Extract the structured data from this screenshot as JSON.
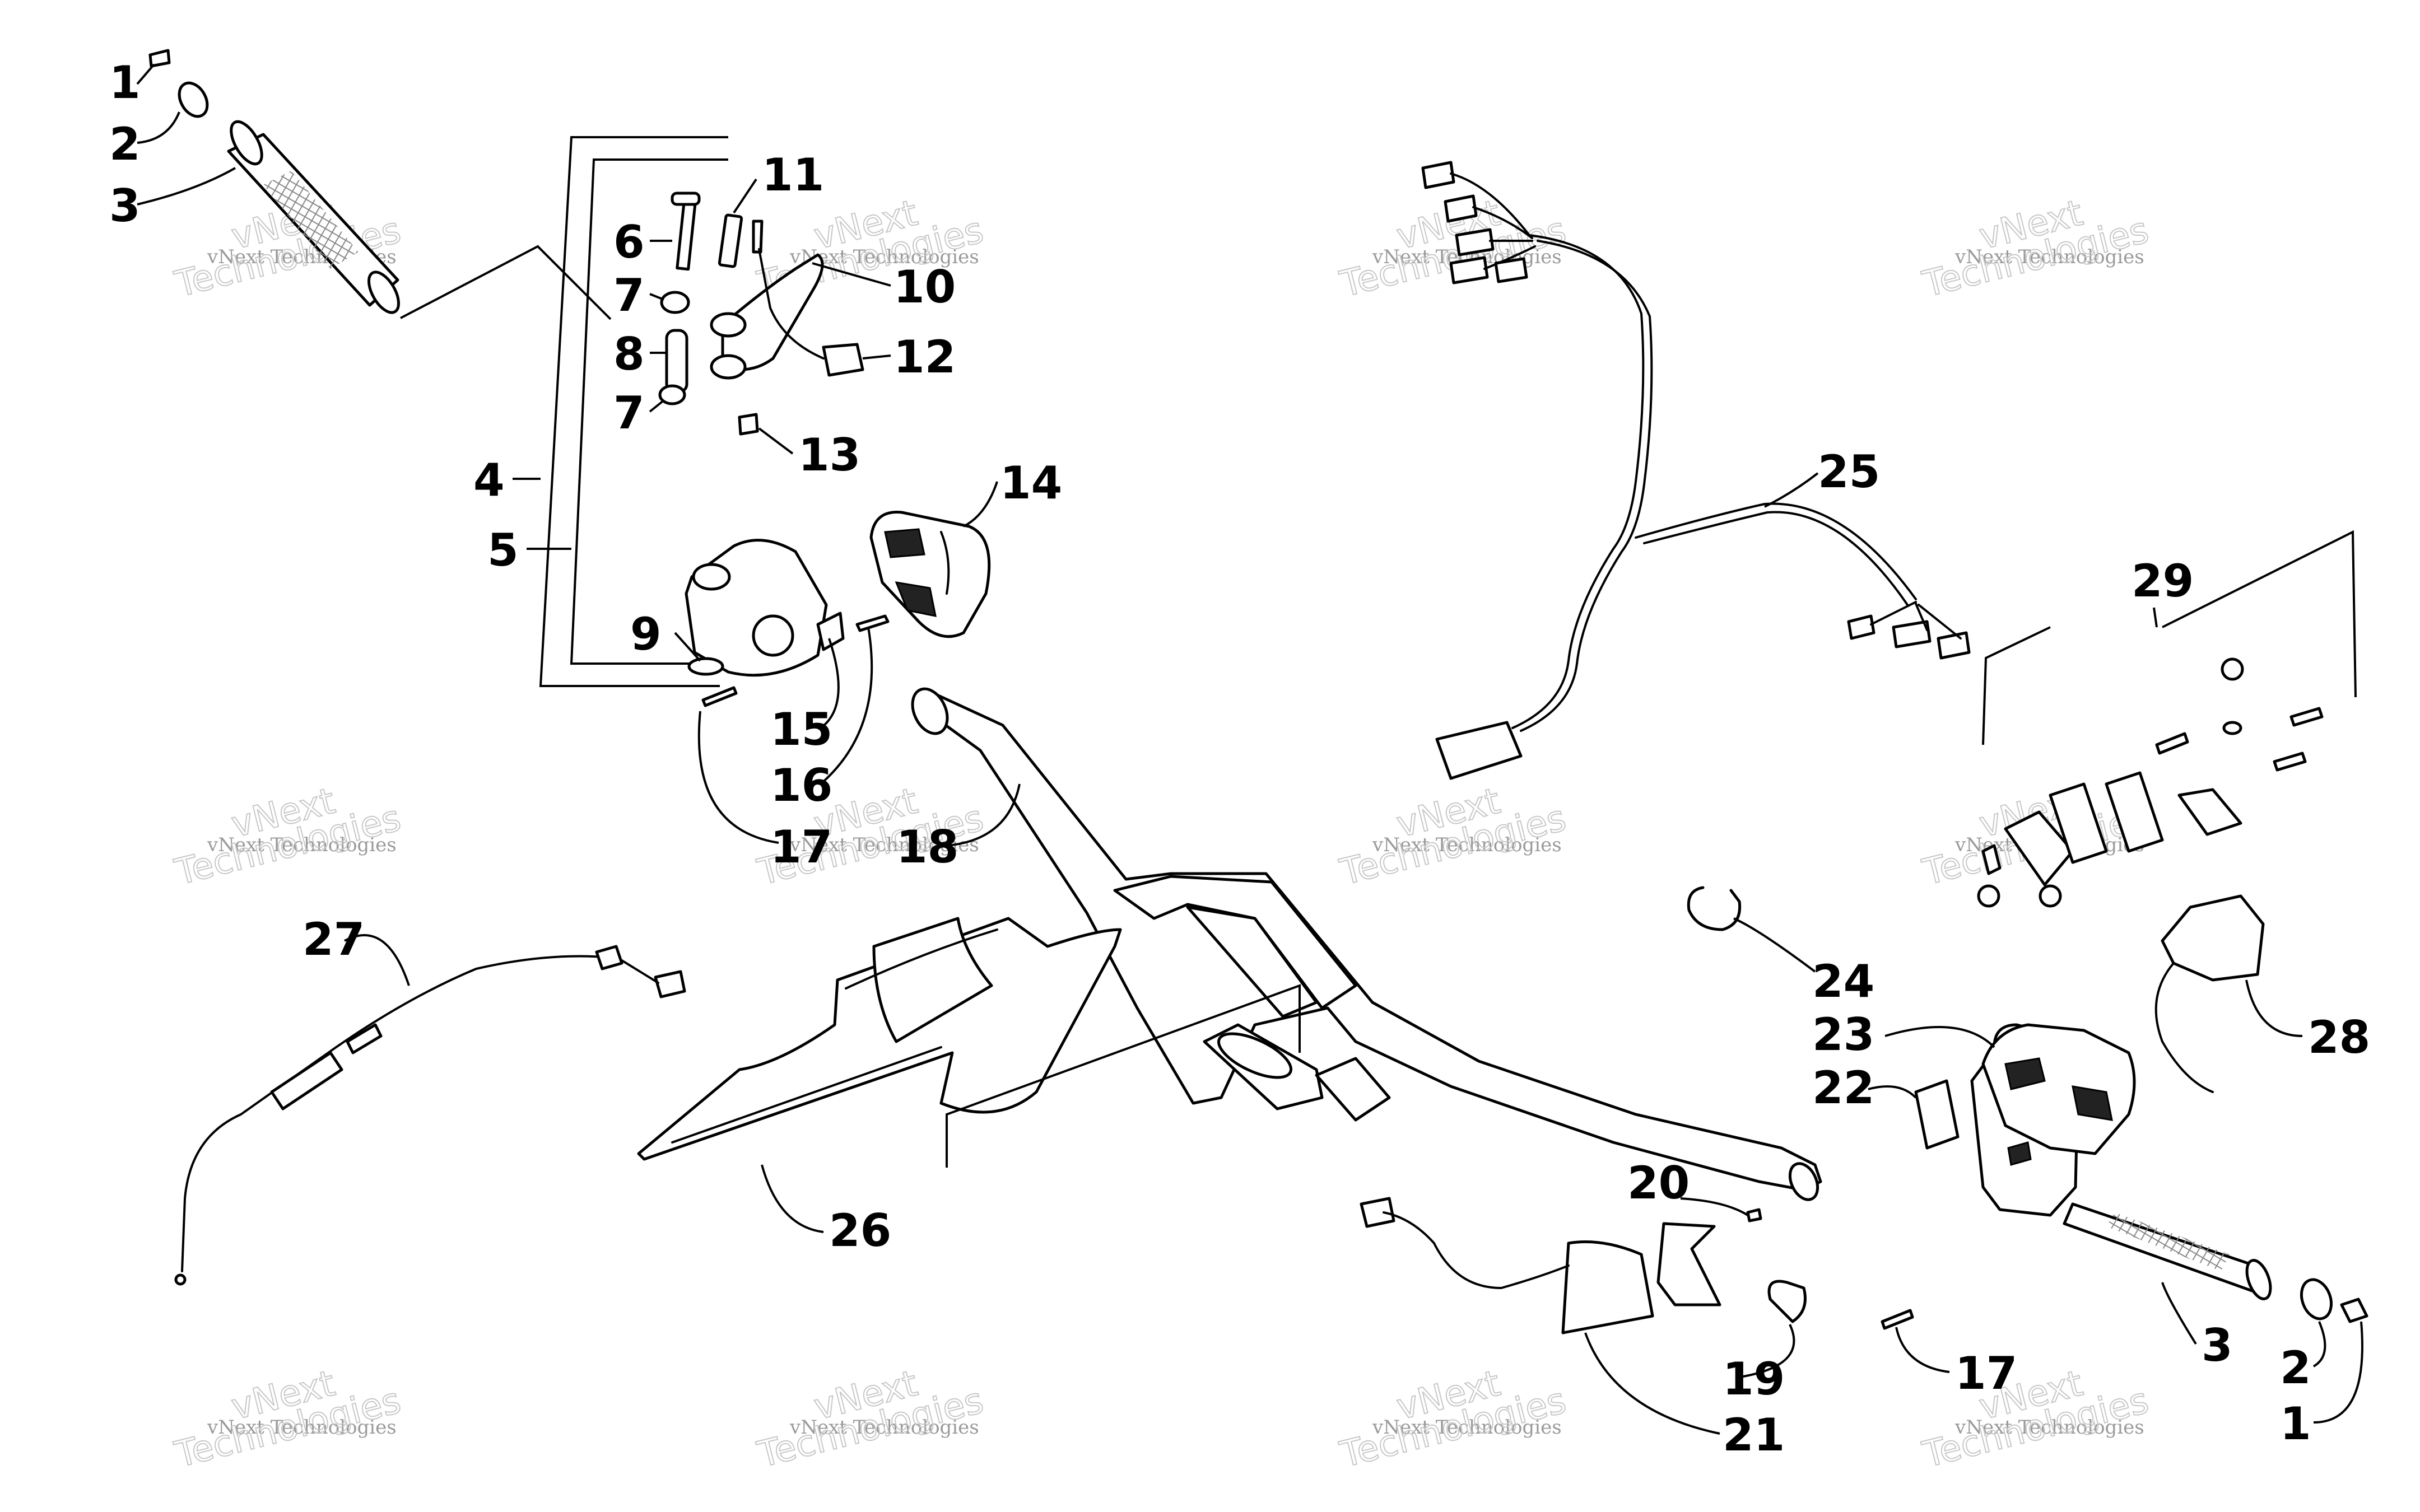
{
  "watermark": {
    "line1": "vNext Technologies",
    "line2": "vNext",
    "line3": "Technologies"
  },
  "callouts": [
    {
      "id": "c1a",
      "label": "1"
    },
    {
      "id": "c2a",
      "label": "2"
    },
    {
      "id": "c3a",
      "label": "3"
    },
    {
      "id": "c4",
      "label": "4"
    },
    {
      "id": "c5",
      "label": "5"
    },
    {
      "id": "c6",
      "label": "6"
    },
    {
      "id": "c7a",
      "label": "7"
    },
    {
      "id": "c8",
      "label": "8"
    },
    {
      "id": "c7b",
      "label": "7"
    },
    {
      "id": "c9",
      "label": "9"
    },
    {
      "id": "c10",
      "label": "10"
    },
    {
      "id": "c11",
      "label": "11"
    },
    {
      "id": "c12",
      "label": "12"
    },
    {
      "id": "c13",
      "label": "13"
    },
    {
      "id": "c14",
      "label": "14"
    },
    {
      "id": "c15",
      "label": "15"
    },
    {
      "id": "c16",
      "label": "16"
    },
    {
      "id": "c17a",
      "label": "17"
    },
    {
      "id": "c18",
      "label": "18"
    },
    {
      "id": "c19",
      "label": "19"
    },
    {
      "id": "c20",
      "label": "20"
    },
    {
      "id": "c21",
      "label": "21"
    },
    {
      "id": "c22",
      "label": "22"
    },
    {
      "id": "c23",
      "label": "23"
    },
    {
      "id": "c24",
      "label": "24"
    },
    {
      "id": "c25",
      "label": "25"
    },
    {
      "id": "c26",
      "label": "26"
    },
    {
      "id": "c27",
      "label": "27"
    },
    {
      "id": "c28",
      "label": "28"
    },
    {
      "id": "c29",
      "label": "29"
    },
    {
      "id": "c17b",
      "label": "17"
    },
    {
      "id": "c3b",
      "label": "3"
    },
    {
      "id": "c2b",
      "label": "2"
    },
    {
      "id": "c1b",
      "label": "1"
    }
  ]
}
